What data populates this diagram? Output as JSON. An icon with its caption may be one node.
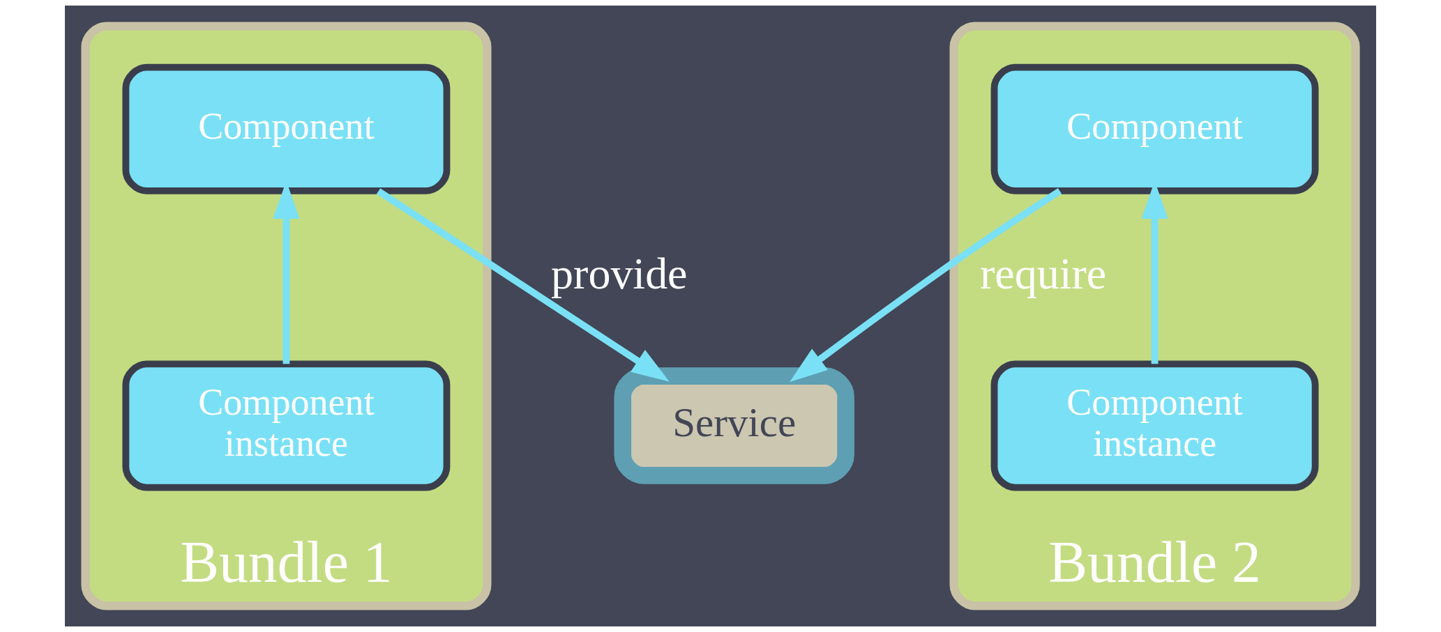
{
  "diagram": {
    "nodes": [
      {
        "text": [
          "Bundle 1"
        ]
      },
      {
        "text": [
          "Component"
        ],
        "in": 0
      },
      {
        "text": [
          "Component instance"
        ],
        "in": 0
      },
      {
        "text": [
          "Service"
        ]
      },
      {
        "text": [
          "Bundle 2"
        ]
      },
      {
        "text": [
          "Component"
        ],
        "in": 4
      },
      {
        "text": [
          "Component instance"
        ],
        "in": 4
      }
    ],
    "edges": [
      {
        "from": 2,
        "to": 1,
        "arrow": "to"
      },
      {
        "from": 1,
        "to": 3,
        "arrow": "to",
        "label": "provide"
      },
      {
        "from": 5,
        "to": 3,
        "arrow": "to",
        "label": "require"
      },
      {
        "from": 6,
        "to": 5,
        "arrow": "to"
      }
    ]
  }
}
